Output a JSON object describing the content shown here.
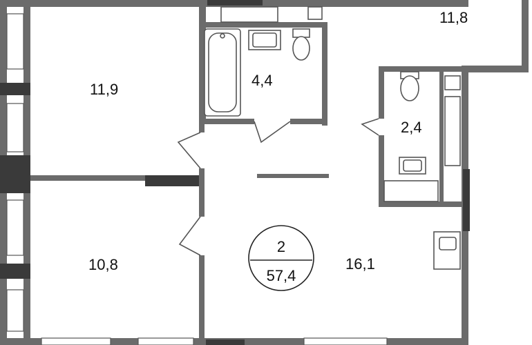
{
  "plan": {
    "rooms": 2,
    "total_area": "57,4"
  },
  "areas": {
    "bedroom_top": "11,9",
    "bedroom_bottom": "10,8",
    "bathroom": "4,4",
    "toilet": "2,4",
    "living": "16,1",
    "balcony": "11,8"
  },
  "colors": {
    "wall": "#6b6b6b",
    "wall_dark": "#3a3a3a",
    "background": "#ffffff"
  }
}
